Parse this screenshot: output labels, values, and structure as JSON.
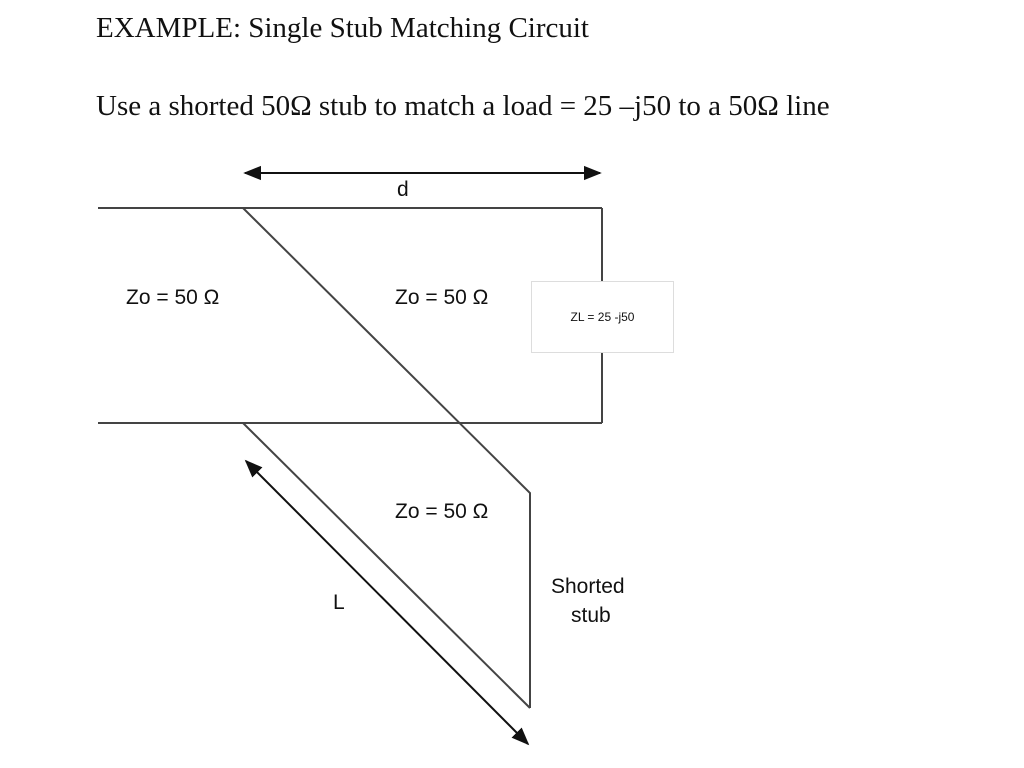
{
  "title": "EXAMPLE: Single Stub Matching Circuit",
  "problem": "Use a shorted 50Ω stub to match a load = 25 –j50 to a 50Ω line",
  "diagram": {
    "distance_label": "d",
    "length_label": "L",
    "line_left_label": "Zo = 50 Ω",
    "line_right_label": "Zo = 50 Ω",
    "stub_label": "Zo = 50 Ω",
    "load_label": "ZL = 25 -j50",
    "stub_caption_line1": "Shorted",
    "stub_caption_line2": "stub"
  }
}
